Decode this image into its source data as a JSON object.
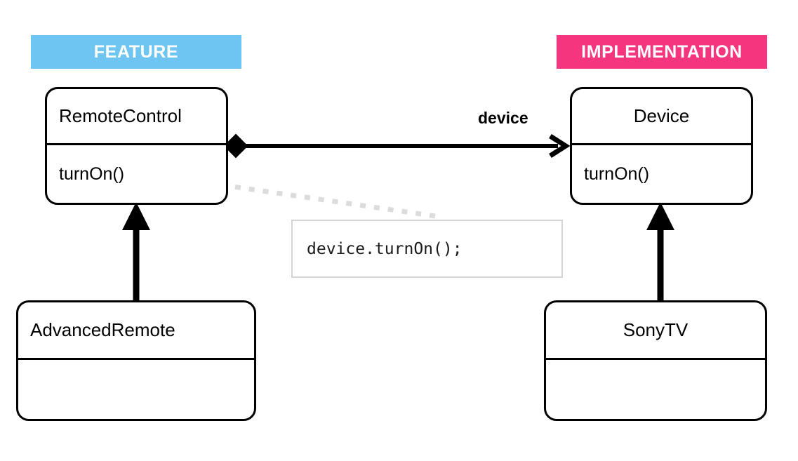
{
  "diagram": {
    "title_banners": [
      {
        "id": "feature",
        "label": "FEATURE",
        "color": "#6FC5F2"
      },
      {
        "id": "implementation",
        "label": "IMPLEMENTATION",
        "color": "#F5367F"
      }
    ],
    "classes": [
      {
        "id": "remotecontrol",
        "name": "RemoteControl",
        "members": [
          "turnOn()"
        ],
        "name_align": "left"
      },
      {
        "id": "device",
        "name": "Device",
        "members": [
          "turnOn()"
        ],
        "name_align": "center"
      },
      {
        "id": "advancedremote",
        "name": "AdvancedRemote",
        "members": [
          ""
        ],
        "name_align": "left"
      },
      {
        "id": "sonytv",
        "name": "SonyTV",
        "members": [
          ""
        ],
        "name_align": "center"
      }
    ],
    "relationships": [
      {
        "id": "composition-remotecontrol-device",
        "type": "composition",
        "from": "remotecontrol",
        "to": "device",
        "label": "device"
      },
      {
        "id": "inheritance-advancedremote-remotecontrol",
        "type": "inheritance",
        "from": "advancedremote",
        "to": "remotecontrol",
        "label": ""
      },
      {
        "id": "inheritance-sonytv-device",
        "type": "inheritance",
        "from": "sonytv",
        "to": "device",
        "label": ""
      },
      {
        "id": "note-link",
        "type": "dotted-note-link",
        "from": "remotecontrol",
        "to": "code-note",
        "label": ""
      }
    ],
    "code_note": {
      "id": "code-note",
      "code": "device.turnOn();"
    },
    "colors": {
      "feature_banner": "#6FC5F2",
      "implementation_banner": "#F5367F",
      "stroke": "#000000",
      "note_border": "#D4D4D4",
      "dotted_link": "#DCDCDC",
      "background": "#FFFFFF"
    }
  }
}
